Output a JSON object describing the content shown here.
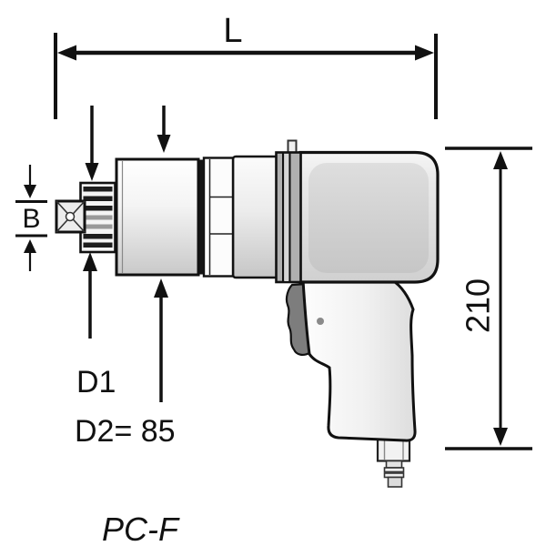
{
  "figure": {
    "product_label": "PC-F",
    "dimensions": {
      "length": "L",
      "drive_width": "B",
      "d1": "D1",
      "d2": "D2= 85",
      "height": "210"
    },
    "colors": {
      "line": "#111111",
      "trigger": "#7d7d7d",
      "clamp": "#b0b0b0",
      "body_gray": "#d2d2d2"
    }
  }
}
